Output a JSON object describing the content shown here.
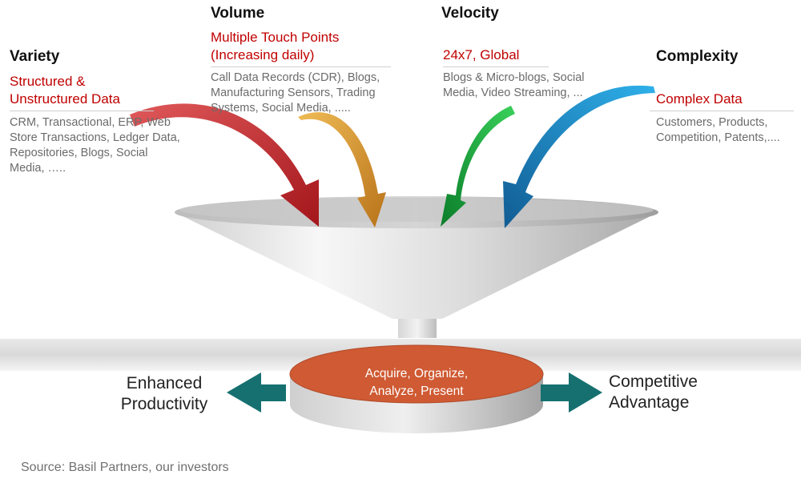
{
  "columns": {
    "variety": {
      "title": "Variety",
      "subtitle": "Structured & Unstructured Data",
      "details": "CRM, Transactional, ERP, Web Store Transactions, Ledger Data, Repositories, Blogs, Social Media, ….."
    },
    "volume": {
      "title": "Volume",
      "subtitle": "Multiple Touch Points (Increasing daily)",
      "details": "Call Data Records (CDR), Blogs, Manufacturing Sensors, Trading Systems, Social Media, ....."
    },
    "velocity": {
      "title": "Velocity",
      "subtitle": "24x7, Global",
      "details": "Blogs & Micro-blogs, Social Media, Video Streaming, ..."
    },
    "complexity": {
      "title": "Complexity",
      "subtitle": "Complex Data",
      "details": "Customers, Products, Competition, Patents,...."
    }
  },
  "center": {
    "disc_label": "Acquire, Organize, Analyze, Present"
  },
  "outcomes": {
    "left": "Enhanced Productivity",
    "right": "Competitive Advantage"
  },
  "source": "Source: Basil Partners, our investors",
  "colors": {
    "red_text": "#c00000",
    "arrow_red": "#c0262c",
    "arrow_orange": "#d4901d",
    "arrow_green": "#18a436",
    "arrow_blue": "#1a7fc0",
    "disc": "#cf5a33",
    "teal_arrow": "#167070"
  }
}
